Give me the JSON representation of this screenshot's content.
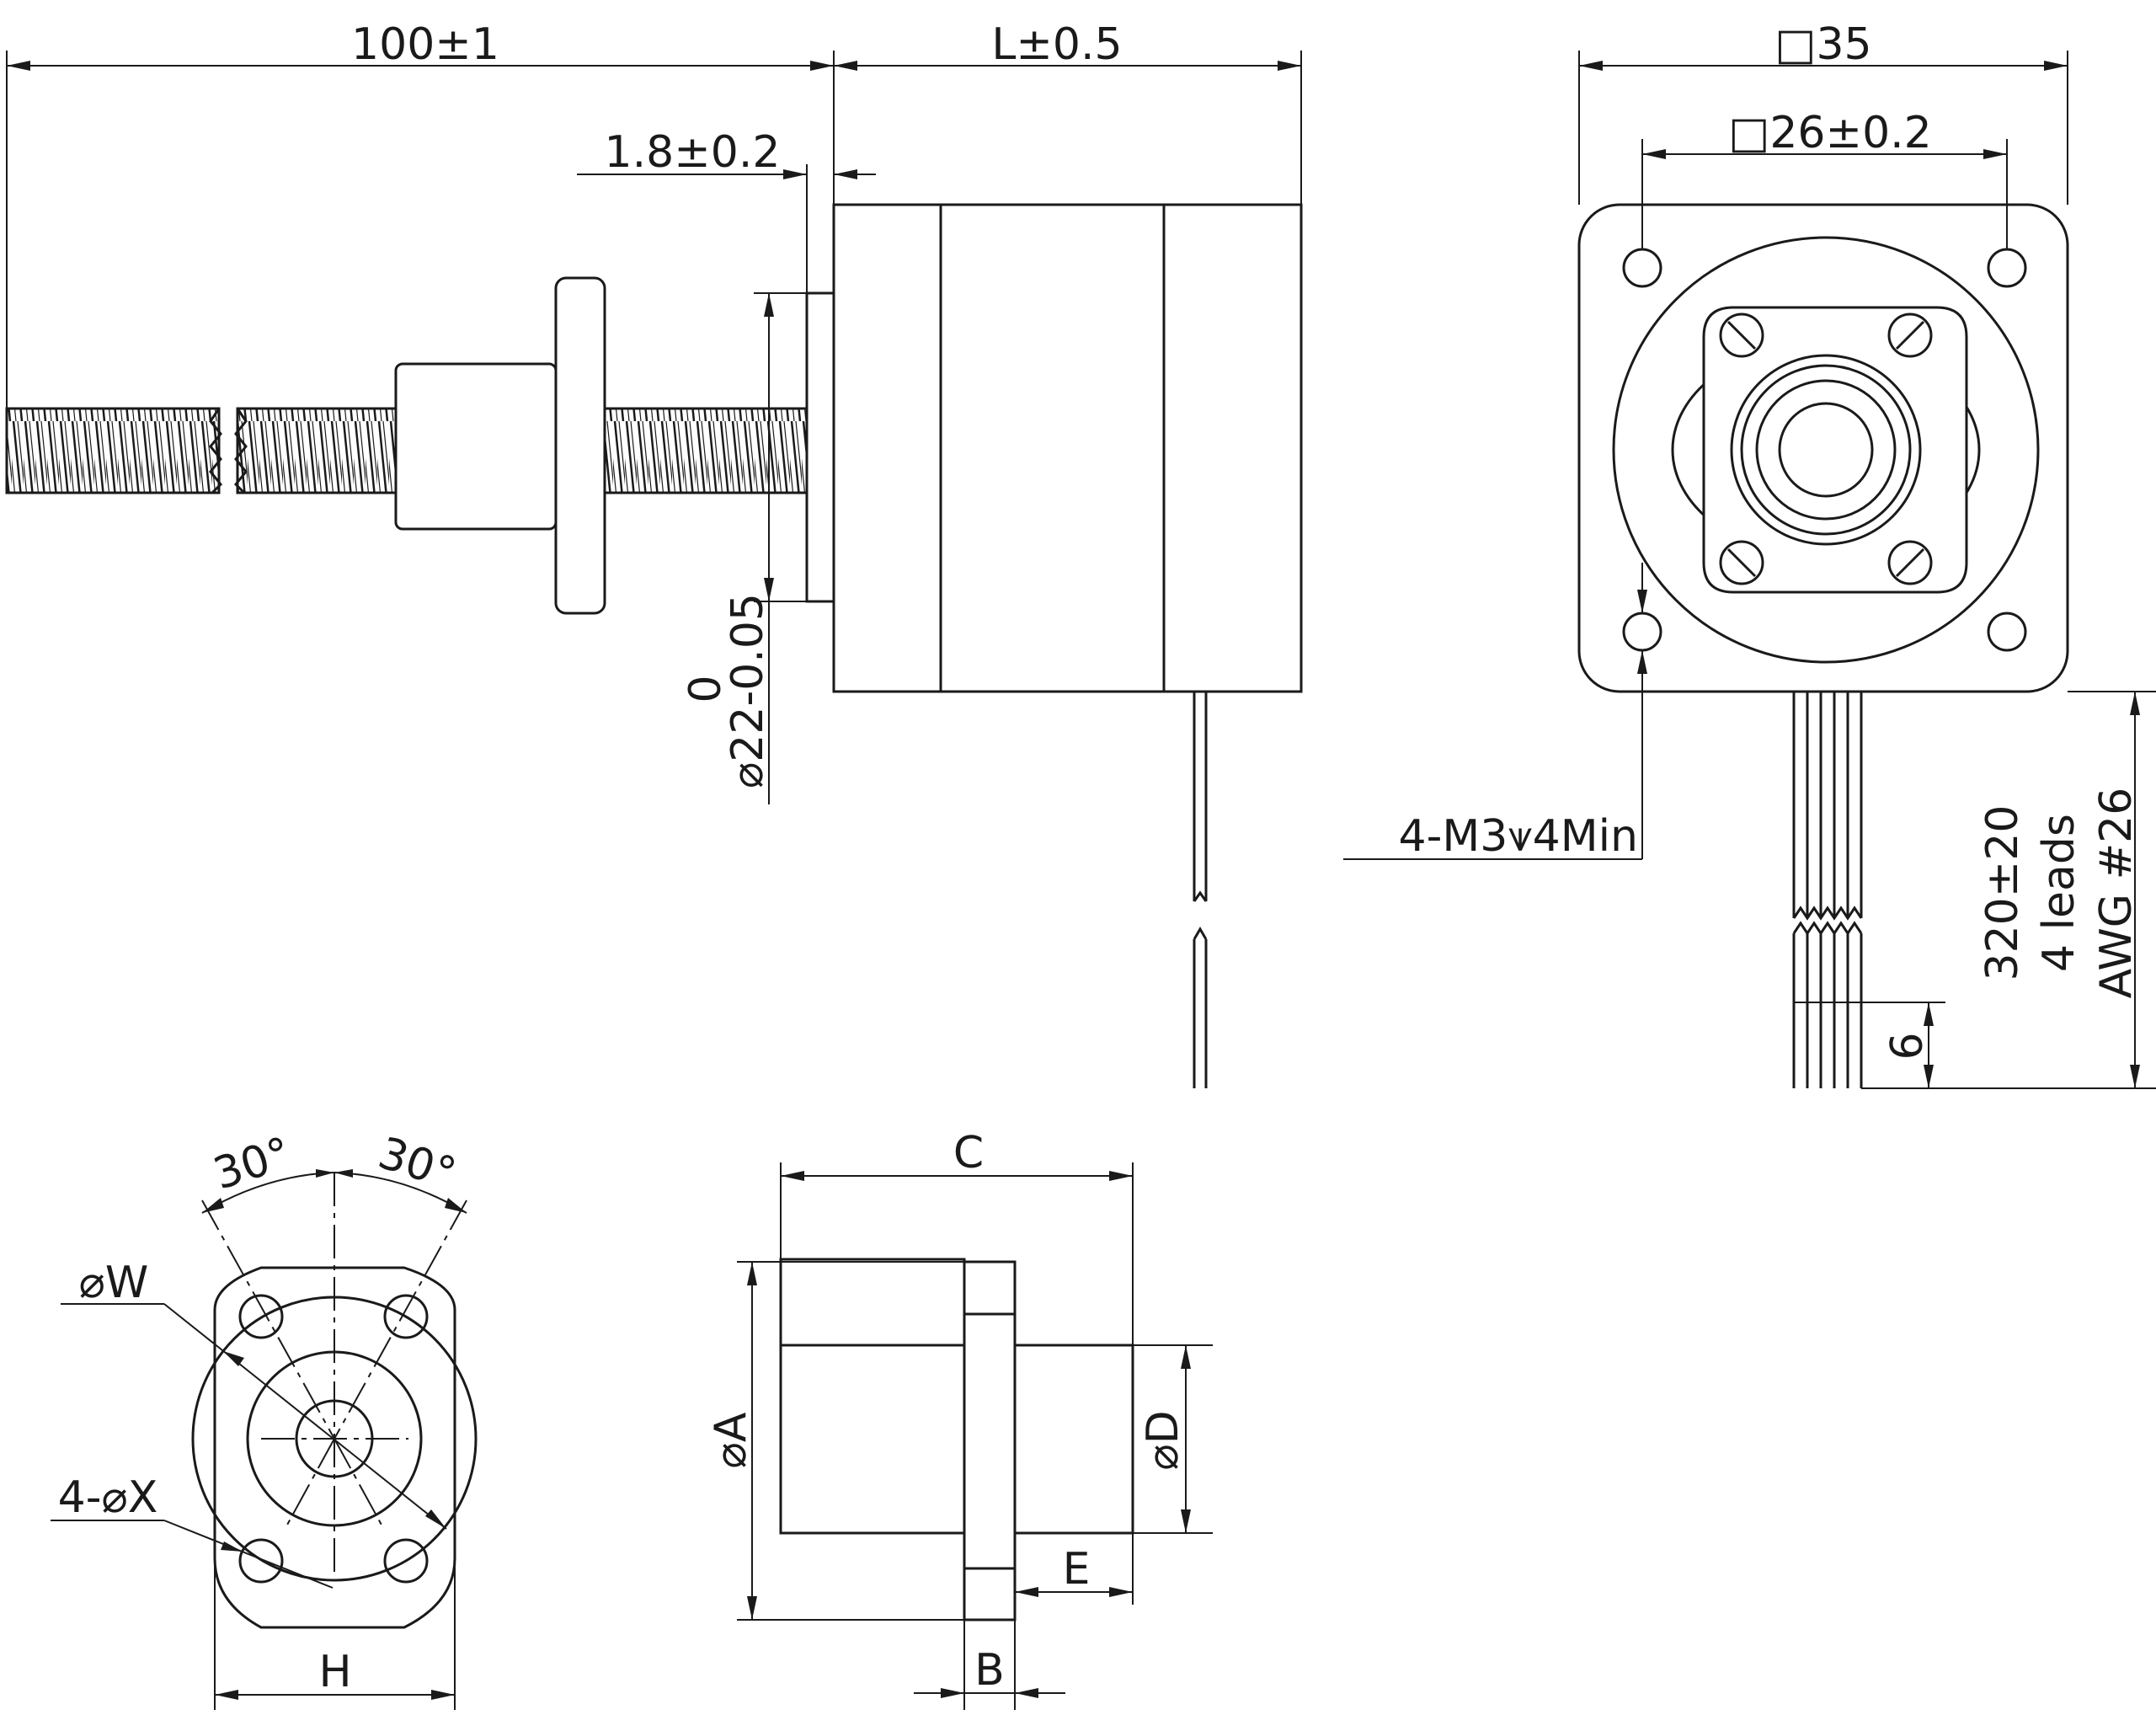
{
  "side_view": {
    "dim_screw_length": "100±1",
    "dim_body_length": "L±0.5",
    "dim_pilot_height": "1.8±0.2",
    "dim_pilot_diameter_upper": "0",
    "dim_pilot_diameter_main": "⌀22-0.05"
  },
  "front_view": {
    "dim_square": "□35",
    "dim_hole_spacing": "□26±0.2",
    "dim_mount_holes": "4-M3⩛4Min",
    "dim_lead_length": "320±20",
    "dim_leads_count": "4 leads",
    "dim_leads_gauge": "AWG #26",
    "dim_strip": "6"
  },
  "nut_front_view": {
    "angle_left": "30°",
    "angle_right": "30°",
    "dim_pcd": "⌀W",
    "dim_holes": "4-⌀X",
    "dim_width": "H"
  },
  "nut_side_view": {
    "dim_c": "C",
    "dim_a": "⌀A",
    "dim_d": "⌀D",
    "dim_e": "E",
    "dim_b": "B"
  }
}
